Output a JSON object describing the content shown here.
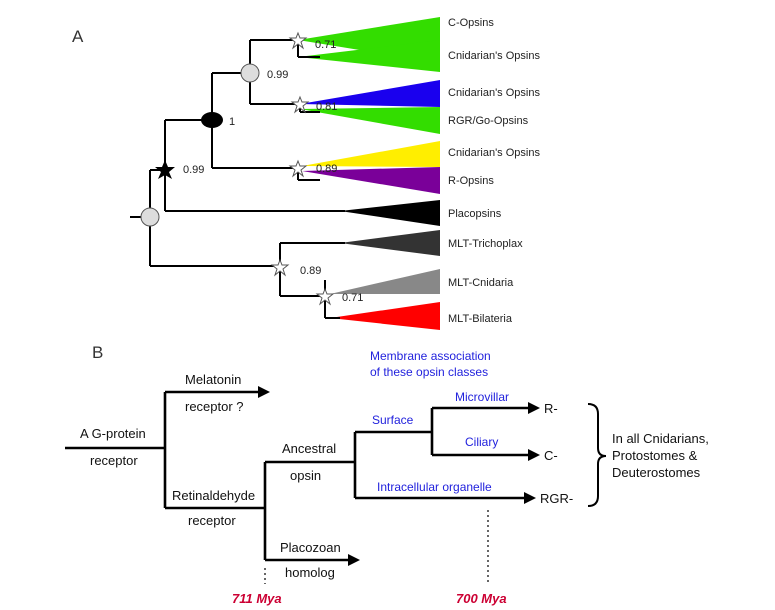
{
  "panel_a": {
    "label": "A",
    "clades": [
      {
        "name": "C-Opsins",
        "color": "#ff0000"
      },
      {
        "name": "Cnidarian's Opsins",
        "color": "#33dd00"
      },
      {
        "name": "Cnidarian's Opsins",
        "color": "#33dd00"
      },
      {
        "name": "RGR/Go-Opsins",
        "color": "#1a00ee"
      },
      {
        "name": "Cnidarian's Opsins",
        "color": "#33dd00"
      },
      {
        "name": "R-Opsins",
        "color": "#ffee00"
      },
      {
        "name": "Placopsins",
        "color": "#7a0099"
      },
      {
        "name": "MLT-Trichoplax",
        "color": "#000000"
      },
      {
        "name": "MLT-Cnidaria",
        "color": "#333333"
      },
      {
        "name": "MLT-Bilateria",
        "color": "#888888"
      }
    ],
    "support_values": {
      "c_opsin_node": "0.71",
      "rgr_node": "0.81",
      "r_opsin_node": "0.89",
      "upper_node": "0.99",
      "black_node": "1",
      "star_node": "0.99",
      "mlt_node": "0.89",
      "mlt_bilateria_node": "0.71"
    }
  },
  "panel_b": {
    "label": "B",
    "nodes": {
      "gprotein_1": "A G-protein",
      "gprotein_2": "receptor",
      "melatonin_1": "Melatonin",
      "melatonin_2": "receptor ?",
      "retinal_1": "Retinaldehyde",
      "retinal_2": "receptor",
      "ancestral_1": "Ancestral",
      "ancestral_2": "opsin",
      "placozoan_1": "Placozoan",
      "placozoan_2": "homolog"
    },
    "membrane_1": "Membrane association",
    "membrane_2": "of these opsin classes",
    "surface": "Surface",
    "microvillar": "Microvillar",
    "ciliary": "Ciliary",
    "intracellular": "Intracellular organelle",
    "endpoints": {
      "r": "R-",
      "c": "C-",
      "rgr": "RGR-"
    },
    "note_1": "In all Cnidarians,",
    "note_2": "Protostomes &",
    "note_3": "Deuterostomes",
    "mya_1": "711 Mya",
    "mya_2": "700 Mya"
  }
}
